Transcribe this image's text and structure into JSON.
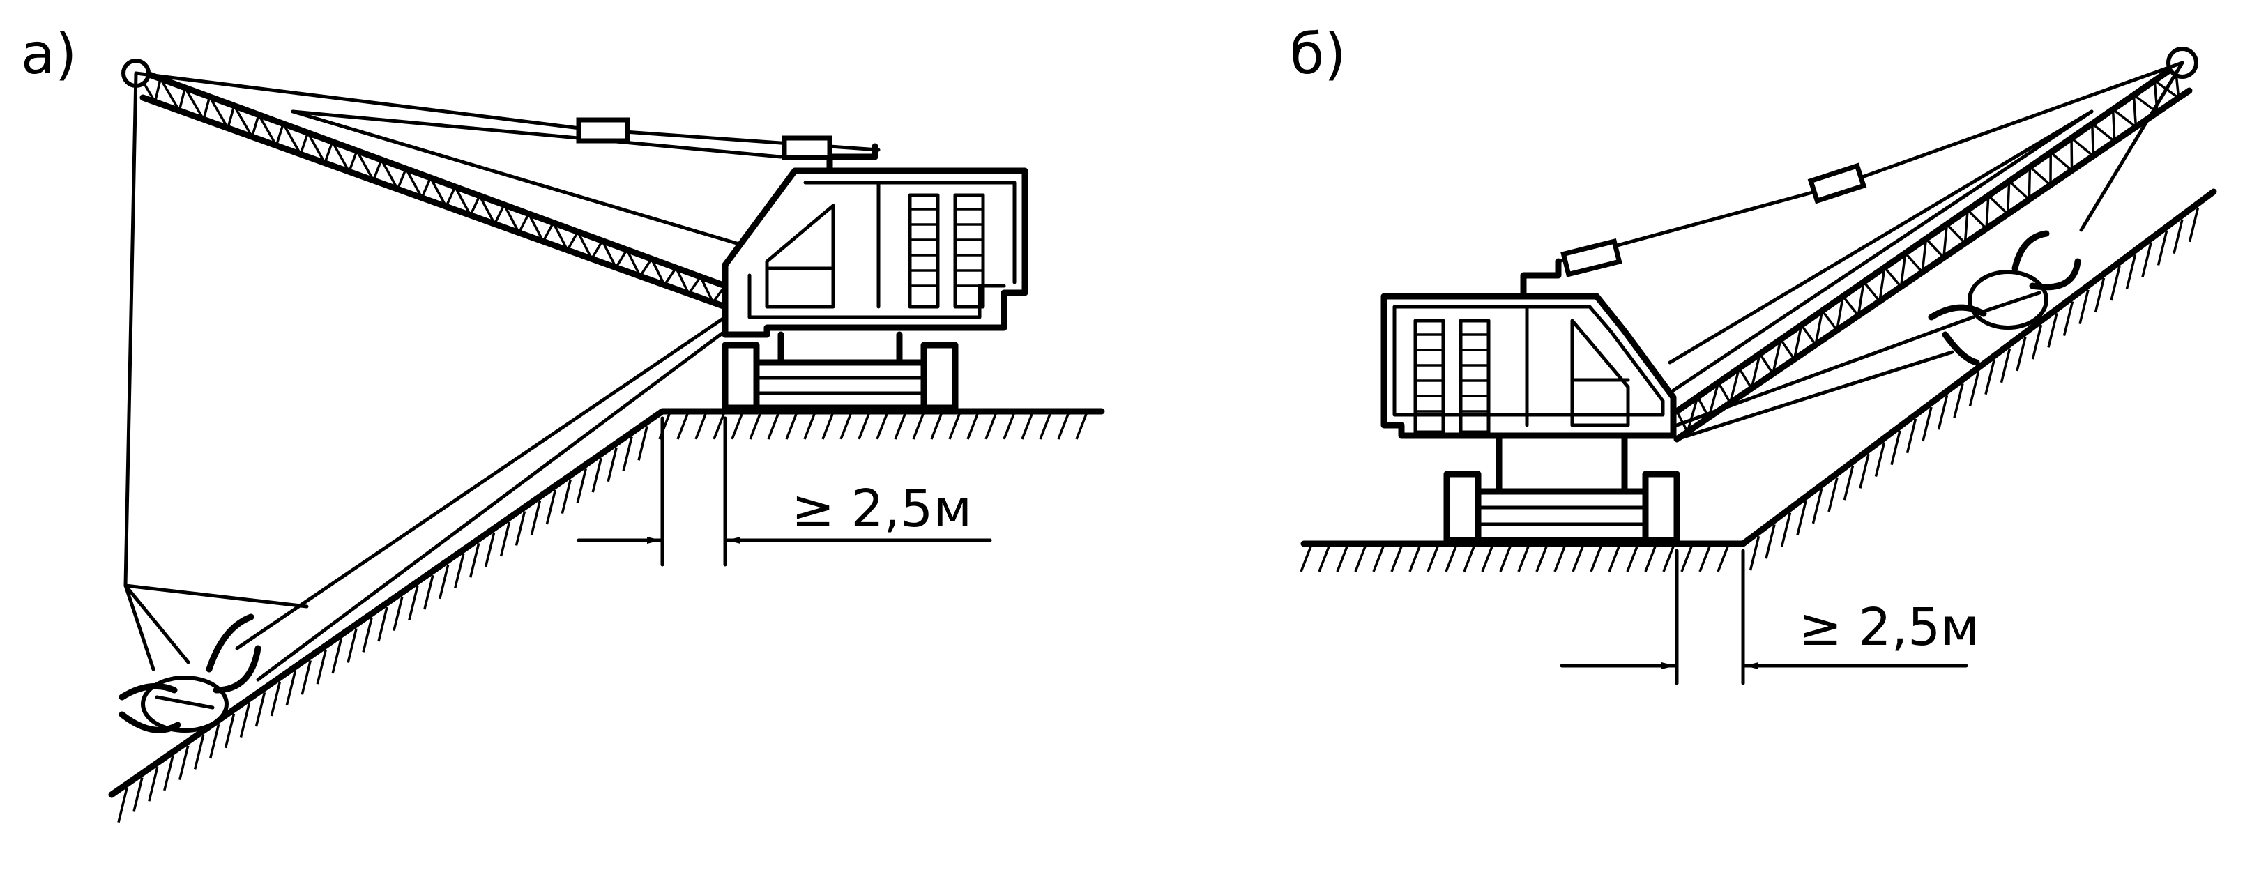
{
  "panels": [
    {
      "id": "a",
      "label": "а)",
      "dimension_text": "≥ 2,5м"
    },
    {
      "id": "b",
      "label": "б)",
      "dimension_text": "≥ 2,5м"
    }
  ]
}
